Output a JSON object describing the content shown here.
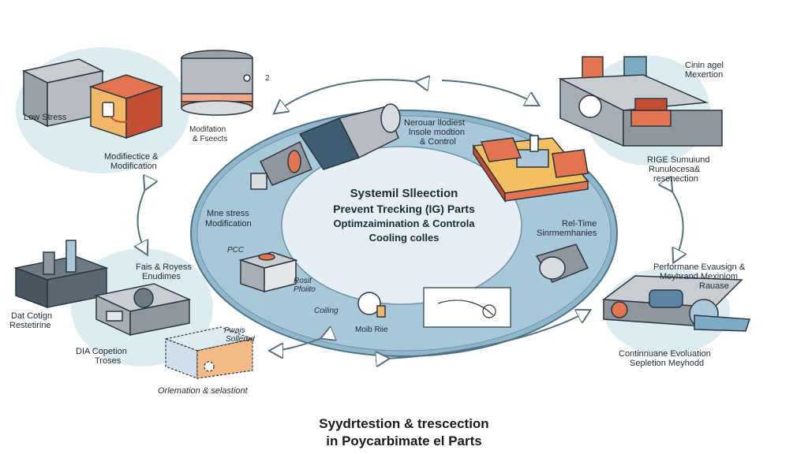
{
  "center": {
    "line1": "Systemil Slleection",
    "line2": "Prevent Trecking (IG) Parts",
    "line3": "Optimzaimination & Controla",
    "line4": "Cooling colles"
  },
  "title": {
    "line1": "Syydrtestion  & trescection",
    "line2": "in Poycarbimate el Parts"
  },
  "labels": {
    "low_stress": "Low Stress",
    "mod_frac_1": "Modifation",
    "mod_frac_2": "& Fseects",
    "marker_2": "2",
    "mod_mod_1": "Modifiectice &",
    "mod_mod_2": "Modification",
    "ctrl_1": "Nerouar llodiest",
    "ctrl_2": "lnsole modtion",
    "ctrl_3": "& Control",
    "mne_1": "Mne stress",
    "mne_2": "Modification",
    "pcc": "PCC",
    "rosit_1": "Rosit",
    "rosit_2": "Pfoiito",
    "coiling": "Coiling",
    "moib": "Moib  Riie",
    "realtime_1": "Rel-Time",
    "realtime_2": "Sinrmemhanies",
    "exert_1": "Cinin agel",
    "exert_2": "Mexertion",
    "sim_1": "RIGE Sumuiund",
    "sim_2": "Runulocesa&",
    "sim_3": "resenection",
    "fais_1": "Fais & Royess",
    "fais_2": "Enudimes",
    "dat_1": "Dat Cotign",
    "dat_2": "Restetirine",
    "perf_1": "Performane Evausign &",
    "perf_2": "Meyhrand Mexiniom",
    "perf_3": "Rauase",
    "dia_1": "DIA Copetion",
    "dia_2": "Troses",
    "pv_1": "Pwais",
    "pv_2": "Sollered",
    "orient": "Orlemation & selastiont",
    "cont_1": "Continnuane Evoluation",
    "cont_2": "Sepletion Meyhodd"
  }
}
